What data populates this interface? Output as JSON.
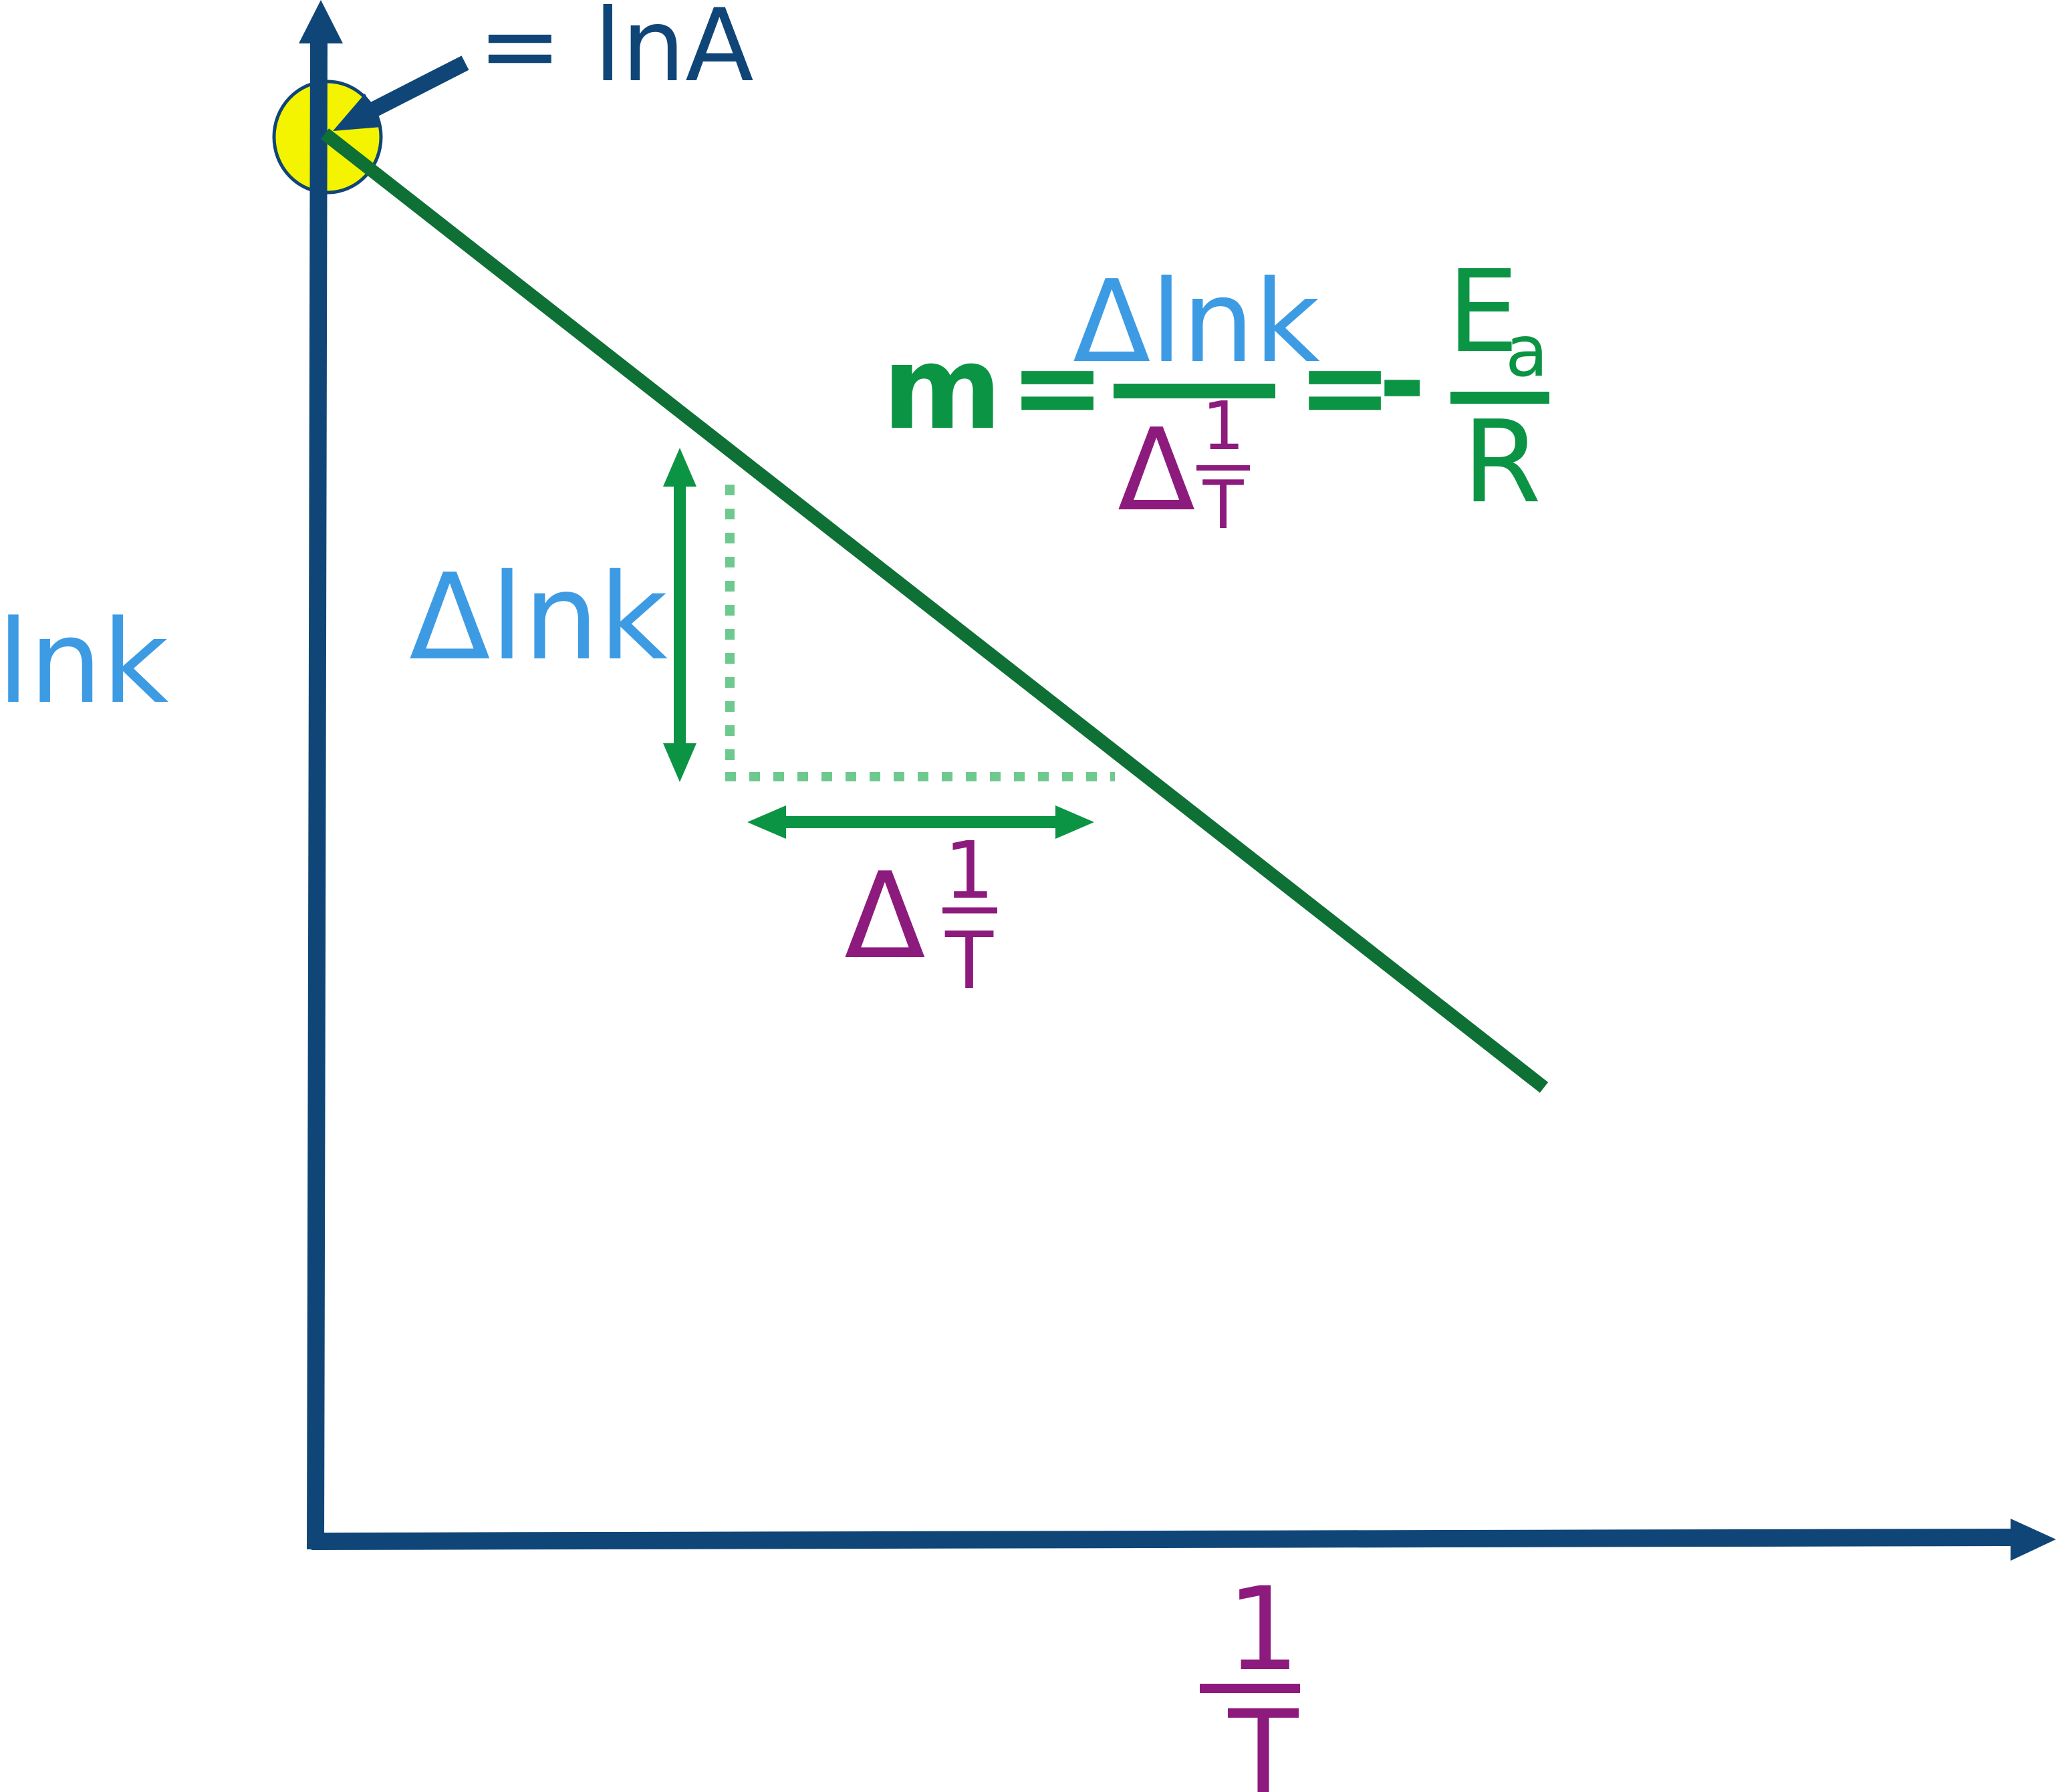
{
  "colors": {
    "axis": "#0f4677",
    "line": "#0e7035",
    "green": "#0b9443",
    "light_green": "#6ec98f",
    "blue": "#3d9be4",
    "purple": "#8d1b7d",
    "highlight": "#f4f400"
  },
  "labels": {
    "y_axis": "lnk",
    "x_axis_num": "1",
    "x_axis_den": "T",
    "intercept": "= lnA",
    "dy": "Δlnk",
    "dx_delta": "Δ",
    "dx_num": "1",
    "dx_den": "T"
  },
  "formula": {
    "m": "m",
    "eq1": "=",
    "num": "Δlnk",
    "den_delta": "Δ",
    "den_num": "1",
    "den_den": "T",
    "eq2": "=",
    "minus": "-",
    "ea_E": "E",
    "ea_sub": "a",
    "r": "R"
  },
  "icons": {
    "intercept_marker": "circle-highlight-icon",
    "arrows": "arrow-icon"
  }
}
